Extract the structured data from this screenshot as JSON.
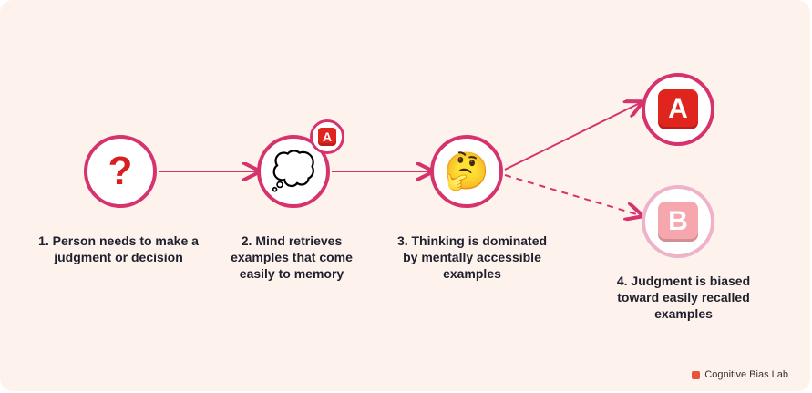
{
  "steps": [
    {
      "label": "1. Person needs to make a\njudgment or decision",
      "icon": "question-mark-icon",
      "glyph": "❓"
    },
    {
      "label": "2. Mind retrieves\nexamples that come\neasily to memory",
      "icon": "thought-bubble-icon",
      "glyph": "💭",
      "badge": "A"
    },
    {
      "label": "3. Thinking is dominated\nby mentally accessible\nexamples",
      "icon": "thinking-face-icon",
      "glyph": "🤔"
    },
    {
      "label": "4. Judgment is biased\ntoward easily recalled\nexamples"
    }
  ],
  "outcomes": [
    {
      "letter": "A",
      "icon": "a-button-icon",
      "style": "strong"
    },
    {
      "letter": "B",
      "icon": "b-button-icon",
      "style": "faded"
    }
  ],
  "brand": {
    "name": "Cognitive Bias Lab",
    "icon": "logo-icon"
  },
  "colors": {
    "accent": "#d6336c",
    "accent_faded": "#eeb3c8",
    "background": "#fdf3ec",
    "badge_red": "#e0241e",
    "badge_pink": "#f6a7ae"
  }
}
